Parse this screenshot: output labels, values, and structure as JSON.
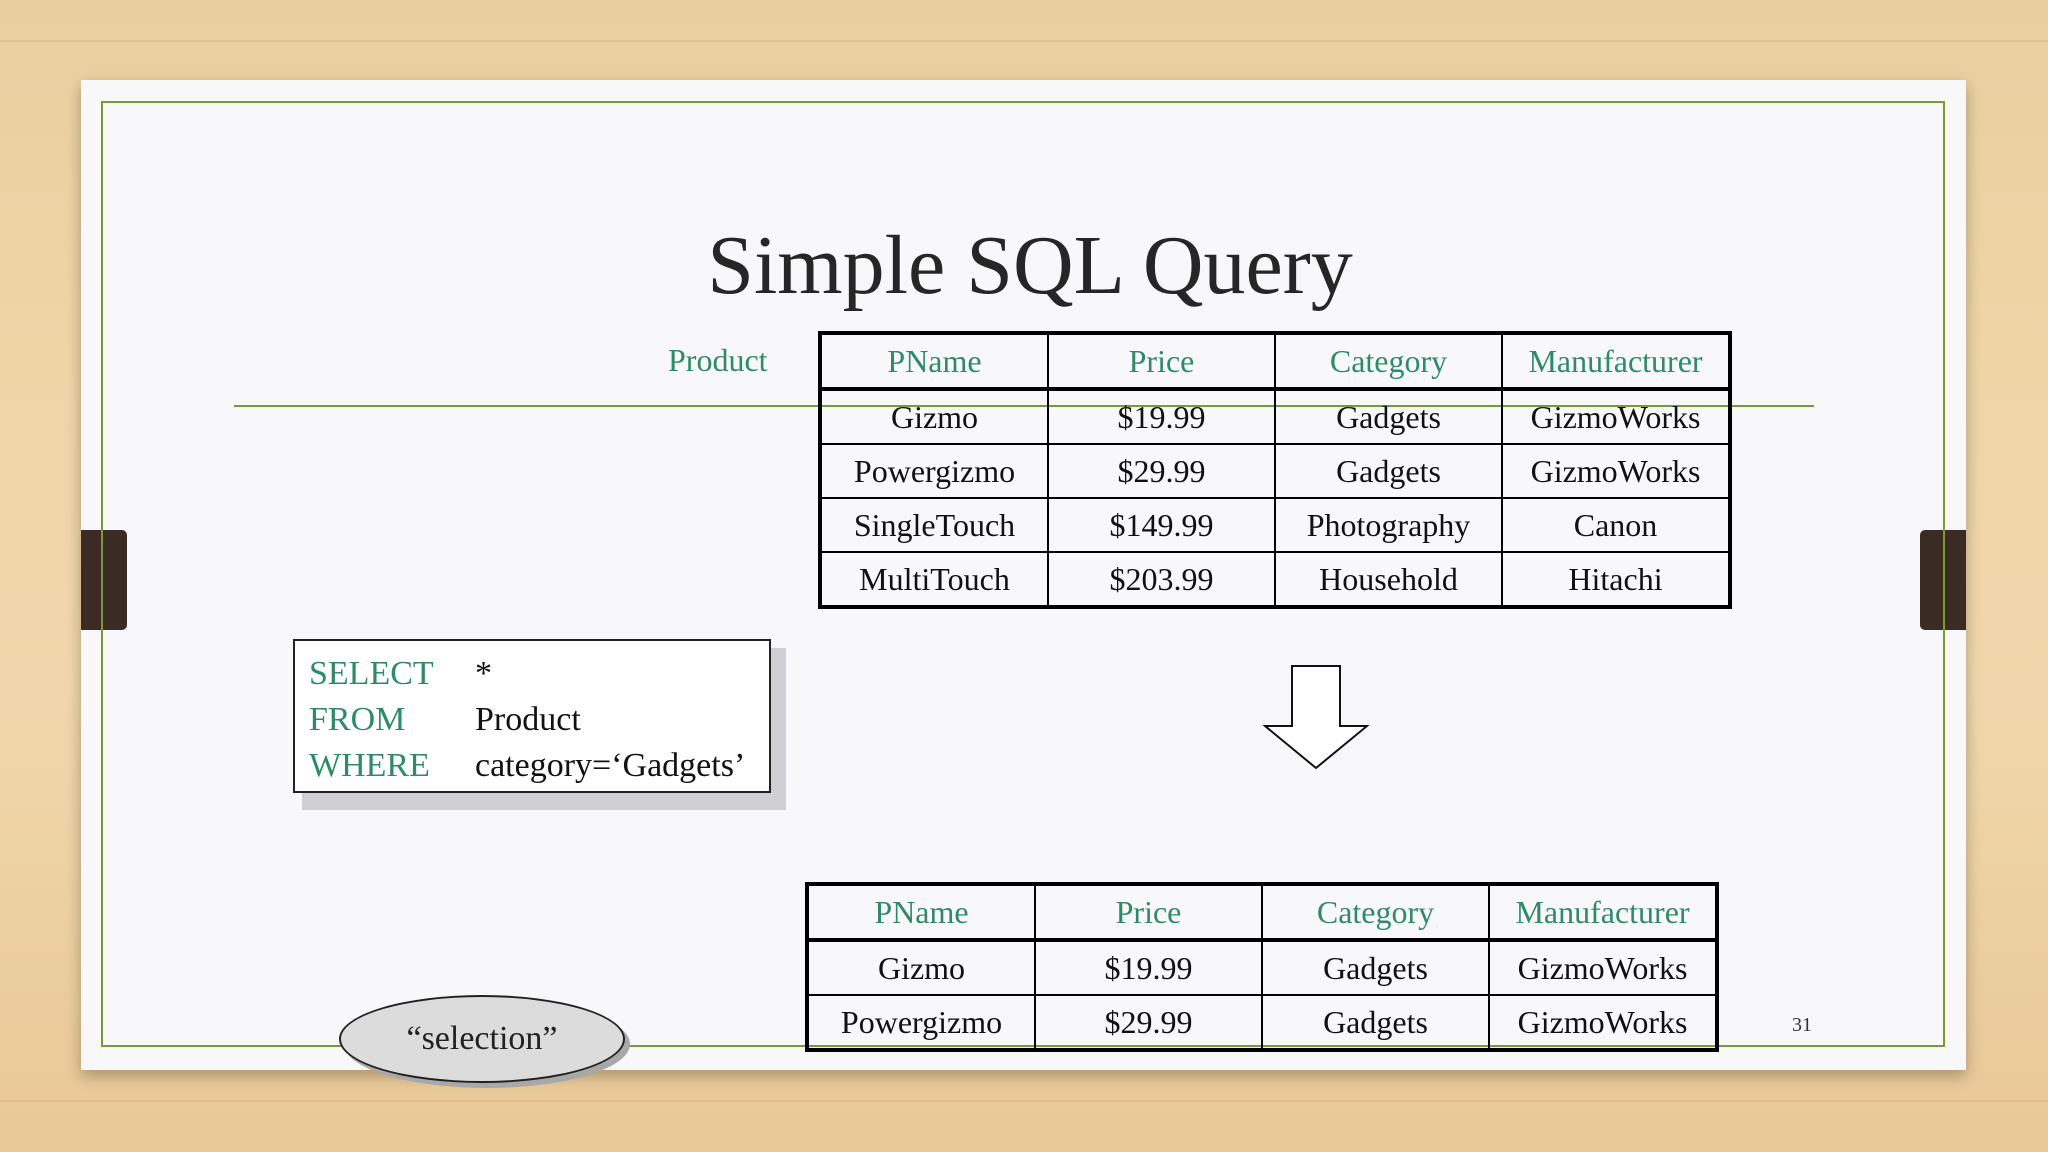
{
  "slide": {
    "title": "Simple SQL Query",
    "relation_label": "Product",
    "page_number": "31"
  },
  "source_table": {
    "headers": [
      "PName",
      "Price",
      "Category",
      "Manufacturer"
    ],
    "rows": [
      [
        "Gizmo",
        "$19.99",
        "Gadgets",
        "GizmoWorks"
      ],
      [
        "Powergizmo",
        "$29.99",
        "Gadgets",
        "GizmoWorks"
      ],
      [
        "SingleTouch",
        "$149.99",
        "Photography",
        "Canon"
      ],
      [
        "MultiTouch",
        "$203.99",
        "Household",
        "Hitachi"
      ]
    ]
  },
  "query": {
    "lines": [
      {
        "keyword": "SELECT",
        "argument": "*"
      },
      {
        "keyword": "FROM",
        "argument": "Product"
      },
      {
        "keyword": "WHERE",
        "argument": "category=‘Gadgets’"
      }
    ]
  },
  "result_table": {
    "headers": [
      "PName",
      "Price",
      "Category",
      "Manufacturer"
    ],
    "rows": [
      [
        "Gizmo",
        "$19.99",
        "Gadgets",
        "GizmoWorks"
      ],
      [
        "Powergizmo",
        "$29.99",
        "Gadgets",
        "GizmoWorks"
      ]
    ]
  },
  "callout": {
    "text": "“selection”"
  },
  "colors": {
    "accent_green": "#2e8b66",
    "frame_olive": "#7d9a32",
    "tab_brown": "#3a2c24"
  },
  "icons": [
    "down-arrow-icon"
  ]
}
